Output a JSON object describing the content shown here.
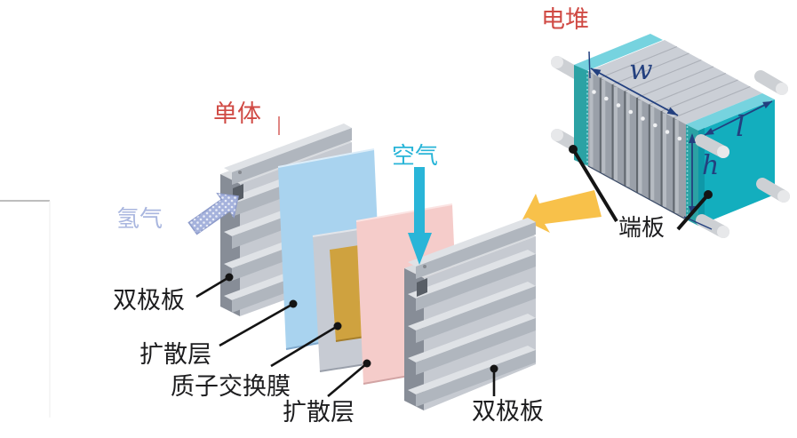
{
  "labels": {
    "stack_title": "电堆",
    "cell_title": "单体",
    "hydrogen": "氢气",
    "air": "空气",
    "bipolar_plate_left": "双极板",
    "diffusion_layer_left": "扩散层",
    "membrane": "质子交换膜",
    "diffusion_layer_right": "扩散层",
    "bipolar_plate_right": "双极板",
    "end_plate": "端板"
  },
  "dimensions": {
    "width": "w",
    "length": "l",
    "height": "h"
  },
  "colors": {
    "title_red": "#D04A44",
    "hydrogen_blue": "#A9B6DF",
    "air_cyan": "#29B5D8",
    "dimension_navy": "#23407F",
    "label_black": "#1D1D1F",
    "end_plate_teal_face": "#13AEBE",
    "end_plate_teal_strip": "#2BA2A4",
    "end_plate_cyan_top": "#76D3DF",
    "stack_cell_gray": "#9AA0A9",
    "plate_face_gray": "#C6CAD1",
    "diffusion_sheet_blue": "#A9D3EF",
    "membrane_gold": "#CFA23F",
    "membrane_frame_gray": "#C7CBD3",
    "diffusion_sheet_pink": "#F5CCCA",
    "explode_arrow_yellow": "#F8C14A"
  }
}
